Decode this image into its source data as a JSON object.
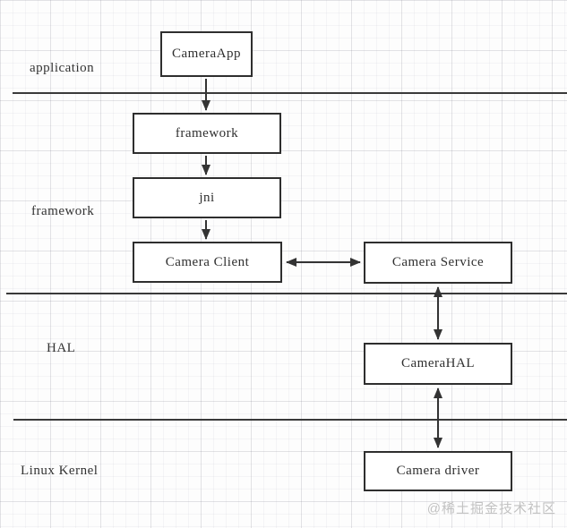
{
  "diagram": {
    "title_hint": "Android camera architecture layers",
    "layers": [
      {
        "label": "application"
      },
      {
        "label": "framework"
      },
      {
        "label": "HAL"
      },
      {
        "label": "Linux Kernel"
      }
    ],
    "nodes": [
      {
        "id": "cameraapp",
        "label": "CameraApp",
        "layer": "application"
      },
      {
        "id": "framework",
        "label": "framework",
        "layer": "framework"
      },
      {
        "id": "jni",
        "label": "jni",
        "layer": "framework"
      },
      {
        "id": "camera-client",
        "label": "Camera Client",
        "layer": "framework"
      },
      {
        "id": "camera-service",
        "label": "Camera Service",
        "layer": "framework"
      },
      {
        "id": "camerahal",
        "label": "CameraHAL",
        "layer": "HAL"
      },
      {
        "id": "camera-driver",
        "label": "Camera driver",
        "layer": "Linux Kernel"
      }
    ],
    "connections": [
      {
        "from": "CameraApp",
        "to": "framework",
        "direction": "one-way-down"
      },
      {
        "from": "framework",
        "to": "jni",
        "direction": "one-way-down"
      },
      {
        "from": "jni",
        "to": "Camera Client",
        "direction": "one-way-down"
      },
      {
        "from": "Camera Client",
        "to": "Camera Service",
        "direction": "two-way-horizontal"
      },
      {
        "from": "Camera Service",
        "to": "CameraHAL",
        "direction": "two-way-vertical"
      },
      {
        "from": "CameraHAL",
        "to": "Camera driver",
        "direction": "two-way-vertical"
      }
    ],
    "colors": {
      "box_border": "#2e2e2e",
      "box_fill": "#ffffff",
      "line": "#3a3a3a",
      "arrow": "#333333",
      "text": "#2f2f2f",
      "watermark": "#c2c2c2",
      "grid_minor": "#f1f1f4",
      "grid_major": "#e3e3e8"
    },
    "watermark": "@稀土掘金技术社区"
  }
}
